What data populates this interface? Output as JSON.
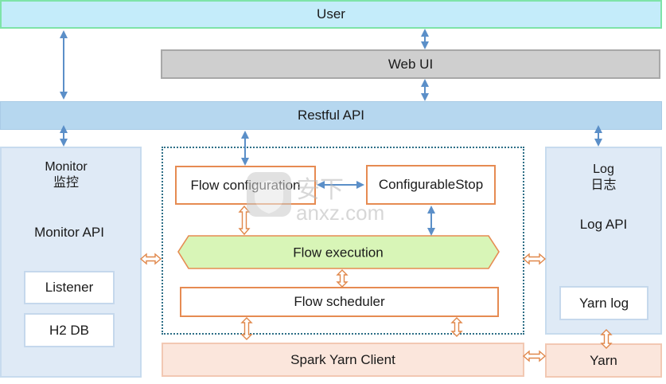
{
  "layers": {
    "user": "User",
    "web_ui": "Web UI",
    "restful_api": "Restful API",
    "spark_yarn_client": "Spark Yarn Client",
    "yarn": "Yarn"
  },
  "monitor": {
    "title": "Monitor",
    "title_cn": "监控",
    "api": "Monitor API",
    "listener": "Listener",
    "db": "H2 DB"
  },
  "core": {
    "flow_configuration": "Flow configuration",
    "configurable_stop": "ConfigurableStop",
    "flow_execution": "Flow execution",
    "flow_scheduler": "Flow scheduler"
  },
  "log": {
    "title": "Log",
    "title_cn": "日志",
    "api": "Log API",
    "yarn_log": "Yarn log"
  },
  "watermark": {
    "brand_cn": "安下",
    "brand_domain": "anxz.com"
  },
  "colors": {
    "blue_arrow": "#5b8fc8",
    "orange_arrow": "#e0874a",
    "exec_fill": "#d8f5b7",
    "exec_border": "#e68b52"
  }
}
